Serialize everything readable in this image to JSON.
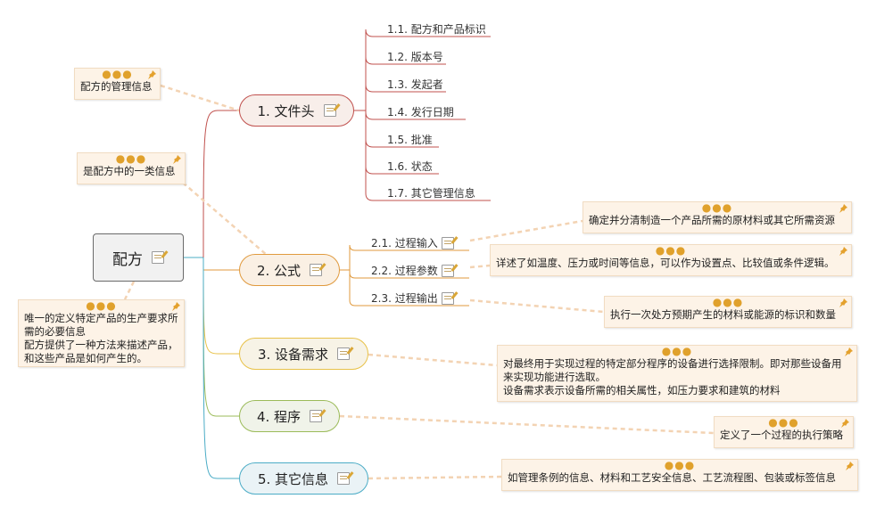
{
  "root": {
    "label": "配方"
  },
  "root_note": {
    "text": "唯一的定义特定产品的生产要求所需的必要信息\n配方提供了一种方法来描述产品，和这些产品是如何产生的。"
  },
  "topics": [
    {
      "label": "1. 文件头",
      "color": "#c0504d",
      "fill": "#f8eeea",
      "note": "配方的管理信息",
      "children": [
        {
          "label": "1.1. 配方和产品标识"
        },
        {
          "label": "1.2. 版本号"
        },
        {
          "label": "1.3. 发起者"
        },
        {
          "label": "1.4. 发行日期"
        },
        {
          "label": "1.5. 批准"
        },
        {
          "label": "1.6. 状态"
        },
        {
          "label": "1.7. 其它管理信息"
        }
      ]
    },
    {
      "label": "2. 公式",
      "color": "#e09a3e",
      "fill": "#faf0e4",
      "note": "是配方中的一类信息",
      "children": [
        {
          "label": "2.1. 过程输入",
          "note": "确定并分清制造一个产品所需的原材料或其它所需资源"
        },
        {
          "label": "2.2. 过程参数",
          "note": "详述了如温度、压力或时间等信息，可以作为设置点、比较值或条件逻辑。"
        },
        {
          "label": "2.3. 过程输出",
          "note": "执行一次处方预期产生的材料或能源的标识和数量"
        }
      ]
    },
    {
      "label": "3. 设备需求",
      "color": "#e8c24a",
      "fill": "#f7f3e6",
      "note": "对最终用于实现过程的特定部分程序的设备进行选择限制。即对那些设备用来实现功能进行选取。\n设备需求表示设备所需的相关属性，如压力要求和建筑的材料"
    },
    {
      "label": "4. 程序",
      "color": "#9bbb59",
      "fill": "#f0f3e9",
      "note": "定义了一个过程的执行策略"
    },
    {
      "label": "5. 其它信息",
      "color": "#4bacc6",
      "fill": "#eaf3f6",
      "note": "如管理条例的信息、材料和工艺安全信息、工艺流程图、包装或标签信息"
    }
  ],
  "icons": {
    "edit": "edit-icon",
    "pin": "pin-icon",
    "more": "more-dots-icon"
  }
}
